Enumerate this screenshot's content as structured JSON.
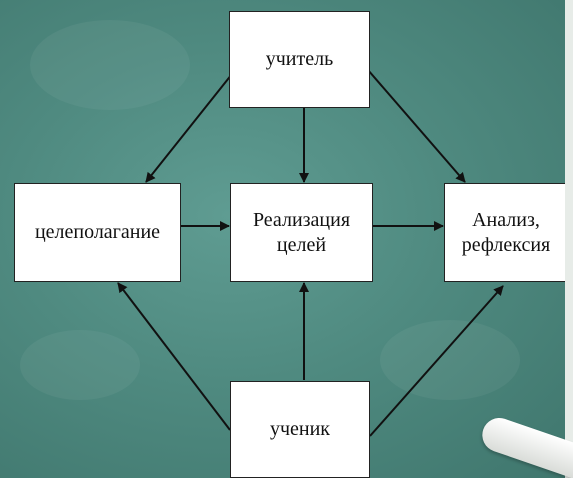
{
  "diagram": {
    "nodes": {
      "teacher": {
        "label": "учитель"
      },
      "goal_setting": {
        "label": "целеполагание"
      },
      "realization": {
        "label": "Реализация целей"
      },
      "analysis": {
        "label": "Анализ, рефлексия"
      },
      "student": {
        "label": "ученик"
      }
    },
    "edges": [
      {
        "from": "teacher",
        "to": "goal_setting"
      },
      {
        "from": "teacher",
        "to": "realization"
      },
      {
        "from": "teacher",
        "to": "analysis"
      },
      {
        "from": "goal_setting",
        "to": "realization"
      },
      {
        "from": "realization",
        "to": "analysis"
      },
      {
        "from": "student",
        "to": "goal_setting"
      },
      {
        "from": "student",
        "to": "realization"
      },
      {
        "from": "student",
        "to": "analysis"
      }
    ]
  },
  "colors": {
    "board": "#4f8a80",
    "box_fill": "#ffffff",
    "arrow": "#111111"
  }
}
